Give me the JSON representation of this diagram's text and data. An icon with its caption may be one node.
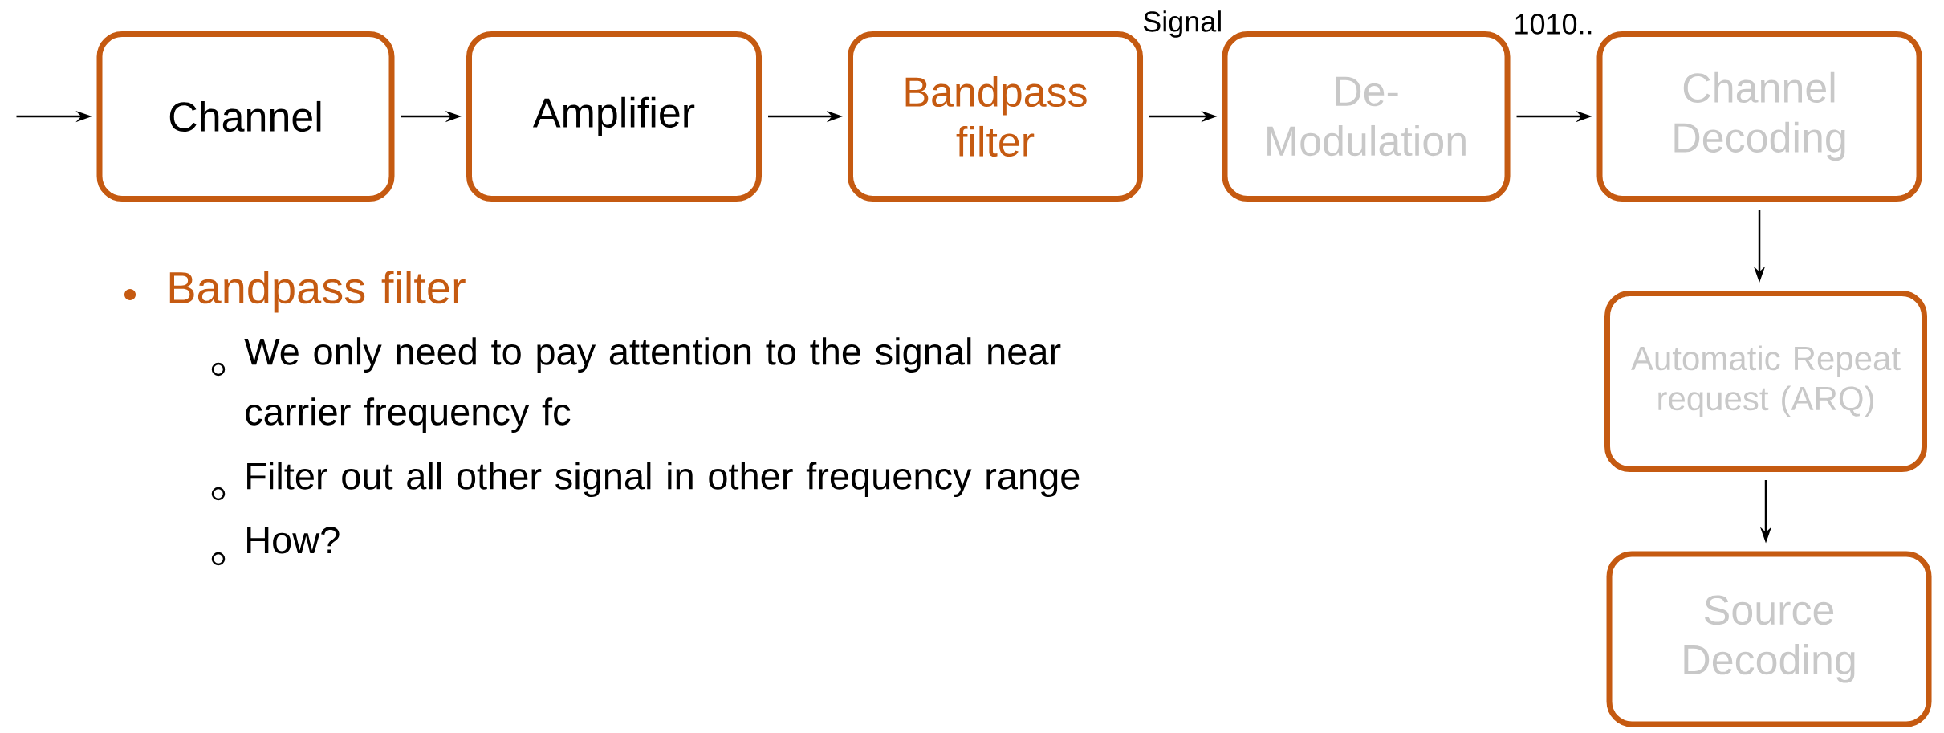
{
  "diagram": {
    "nodes": [
      {
        "text": [
          "Channel"
        ]
      },
      {
        "text": [
          "Amplifier"
        ]
      },
      {
        "text": [
          "Bandpass filter"
        ]
      },
      {
        "text": [
          "De-Modulation"
        ]
      },
      {
        "text": [
          "Channel Decoding"
        ]
      },
      {
        "text": [
          "Automatic Repeat request (ARQ)"
        ]
      },
      {
        "text": [
          "Source Decoding"
        ]
      }
    ],
    "edges": [
      {
        "from": null,
        "to": 0,
        "arrow": "to"
      },
      {
        "from": 0,
        "to": 1,
        "arrow": "to"
      },
      {
        "from": 1,
        "to": 2,
        "arrow": "to"
      },
      {
        "from": 2,
        "to": 3,
        "arrow": "to",
        "label": "Signal"
      },
      {
        "from": 3,
        "to": 4,
        "arrow": "to",
        "label": "1010.."
      },
      {
        "from": 4,
        "to": 5,
        "arrow": "to"
      },
      {
        "from": 5,
        "to": 6,
        "arrow": "to"
      }
    ],
    "labels": [
      "Bandpass filter",
      "We only need to pay attention to the signal near carrier frequency fc",
      "Filter out all other signal in other frequency range",
      "How?"
    ]
  }
}
